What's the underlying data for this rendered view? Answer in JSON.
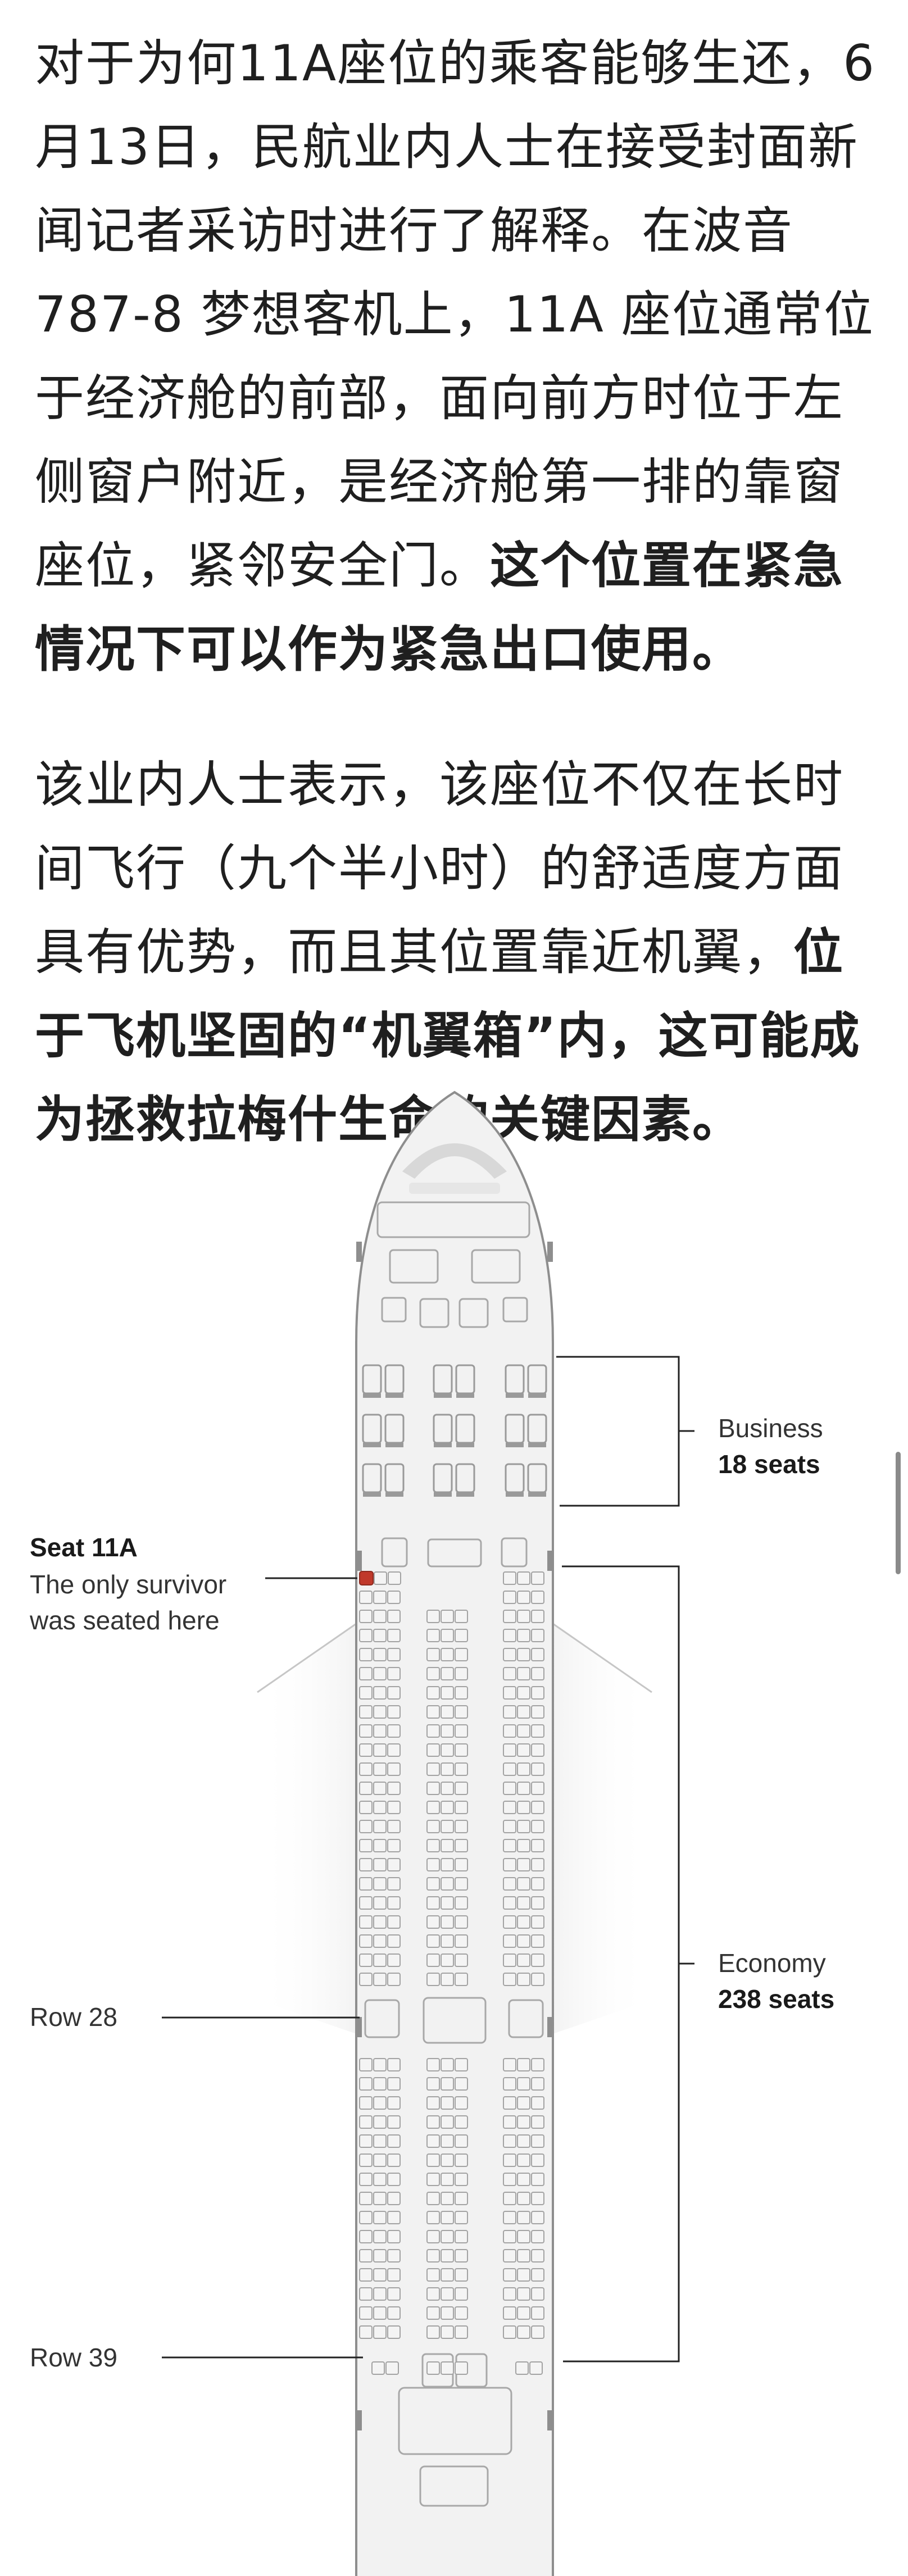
{
  "article": {
    "para1": {
      "normal": "对于为何11A座位的乘客能够生还，6月13日，民航业内人士在接受封面新闻记者采访时进行了解释。在波音 787-8 梦想客机上，11A 座位通常位于经济舱的前部，面向前方时位于左侧窗户附近，是经济舱第一排的靠窗座位，紧邻安全门。",
      "bold": "这个位置在紧急情况下可以作为紧急出口使用。"
    },
    "para2": {
      "normal": "该业内人士表示，该座位不仅在长时间飞行（九个半小时）的舒适度方面具有优势，而且其位置靠近机翼，",
      "bold": "位于飞机坚固的“机翼箱”内，这可能成为拯救拉梅什生命的关键因素。"
    }
  },
  "diagram": {
    "seat_label": {
      "title": "Seat 11A",
      "line1": "The only survivor",
      "line2": "was seated here"
    },
    "business": {
      "name": "Business",
      "seats": "18 seats"
    },
    "economy": {
      "name": "Economy",
      "seats": "238 seats"
    },
    "row28": "Row 28",
    "row39": "Row 39"
  },
  "colors": {
    "text": "#1f1f1f",
    "fuselage_fill": "#f2f2f2",
    "outline": "#8e8e8e",
    "seat_highlight": "#c0392b",
    "bracket": "#222222"
  },
  "icons": {
    "highlighted_seat": "red-seat-square",
    "scroll": "scroll-indicator"
  }
}
